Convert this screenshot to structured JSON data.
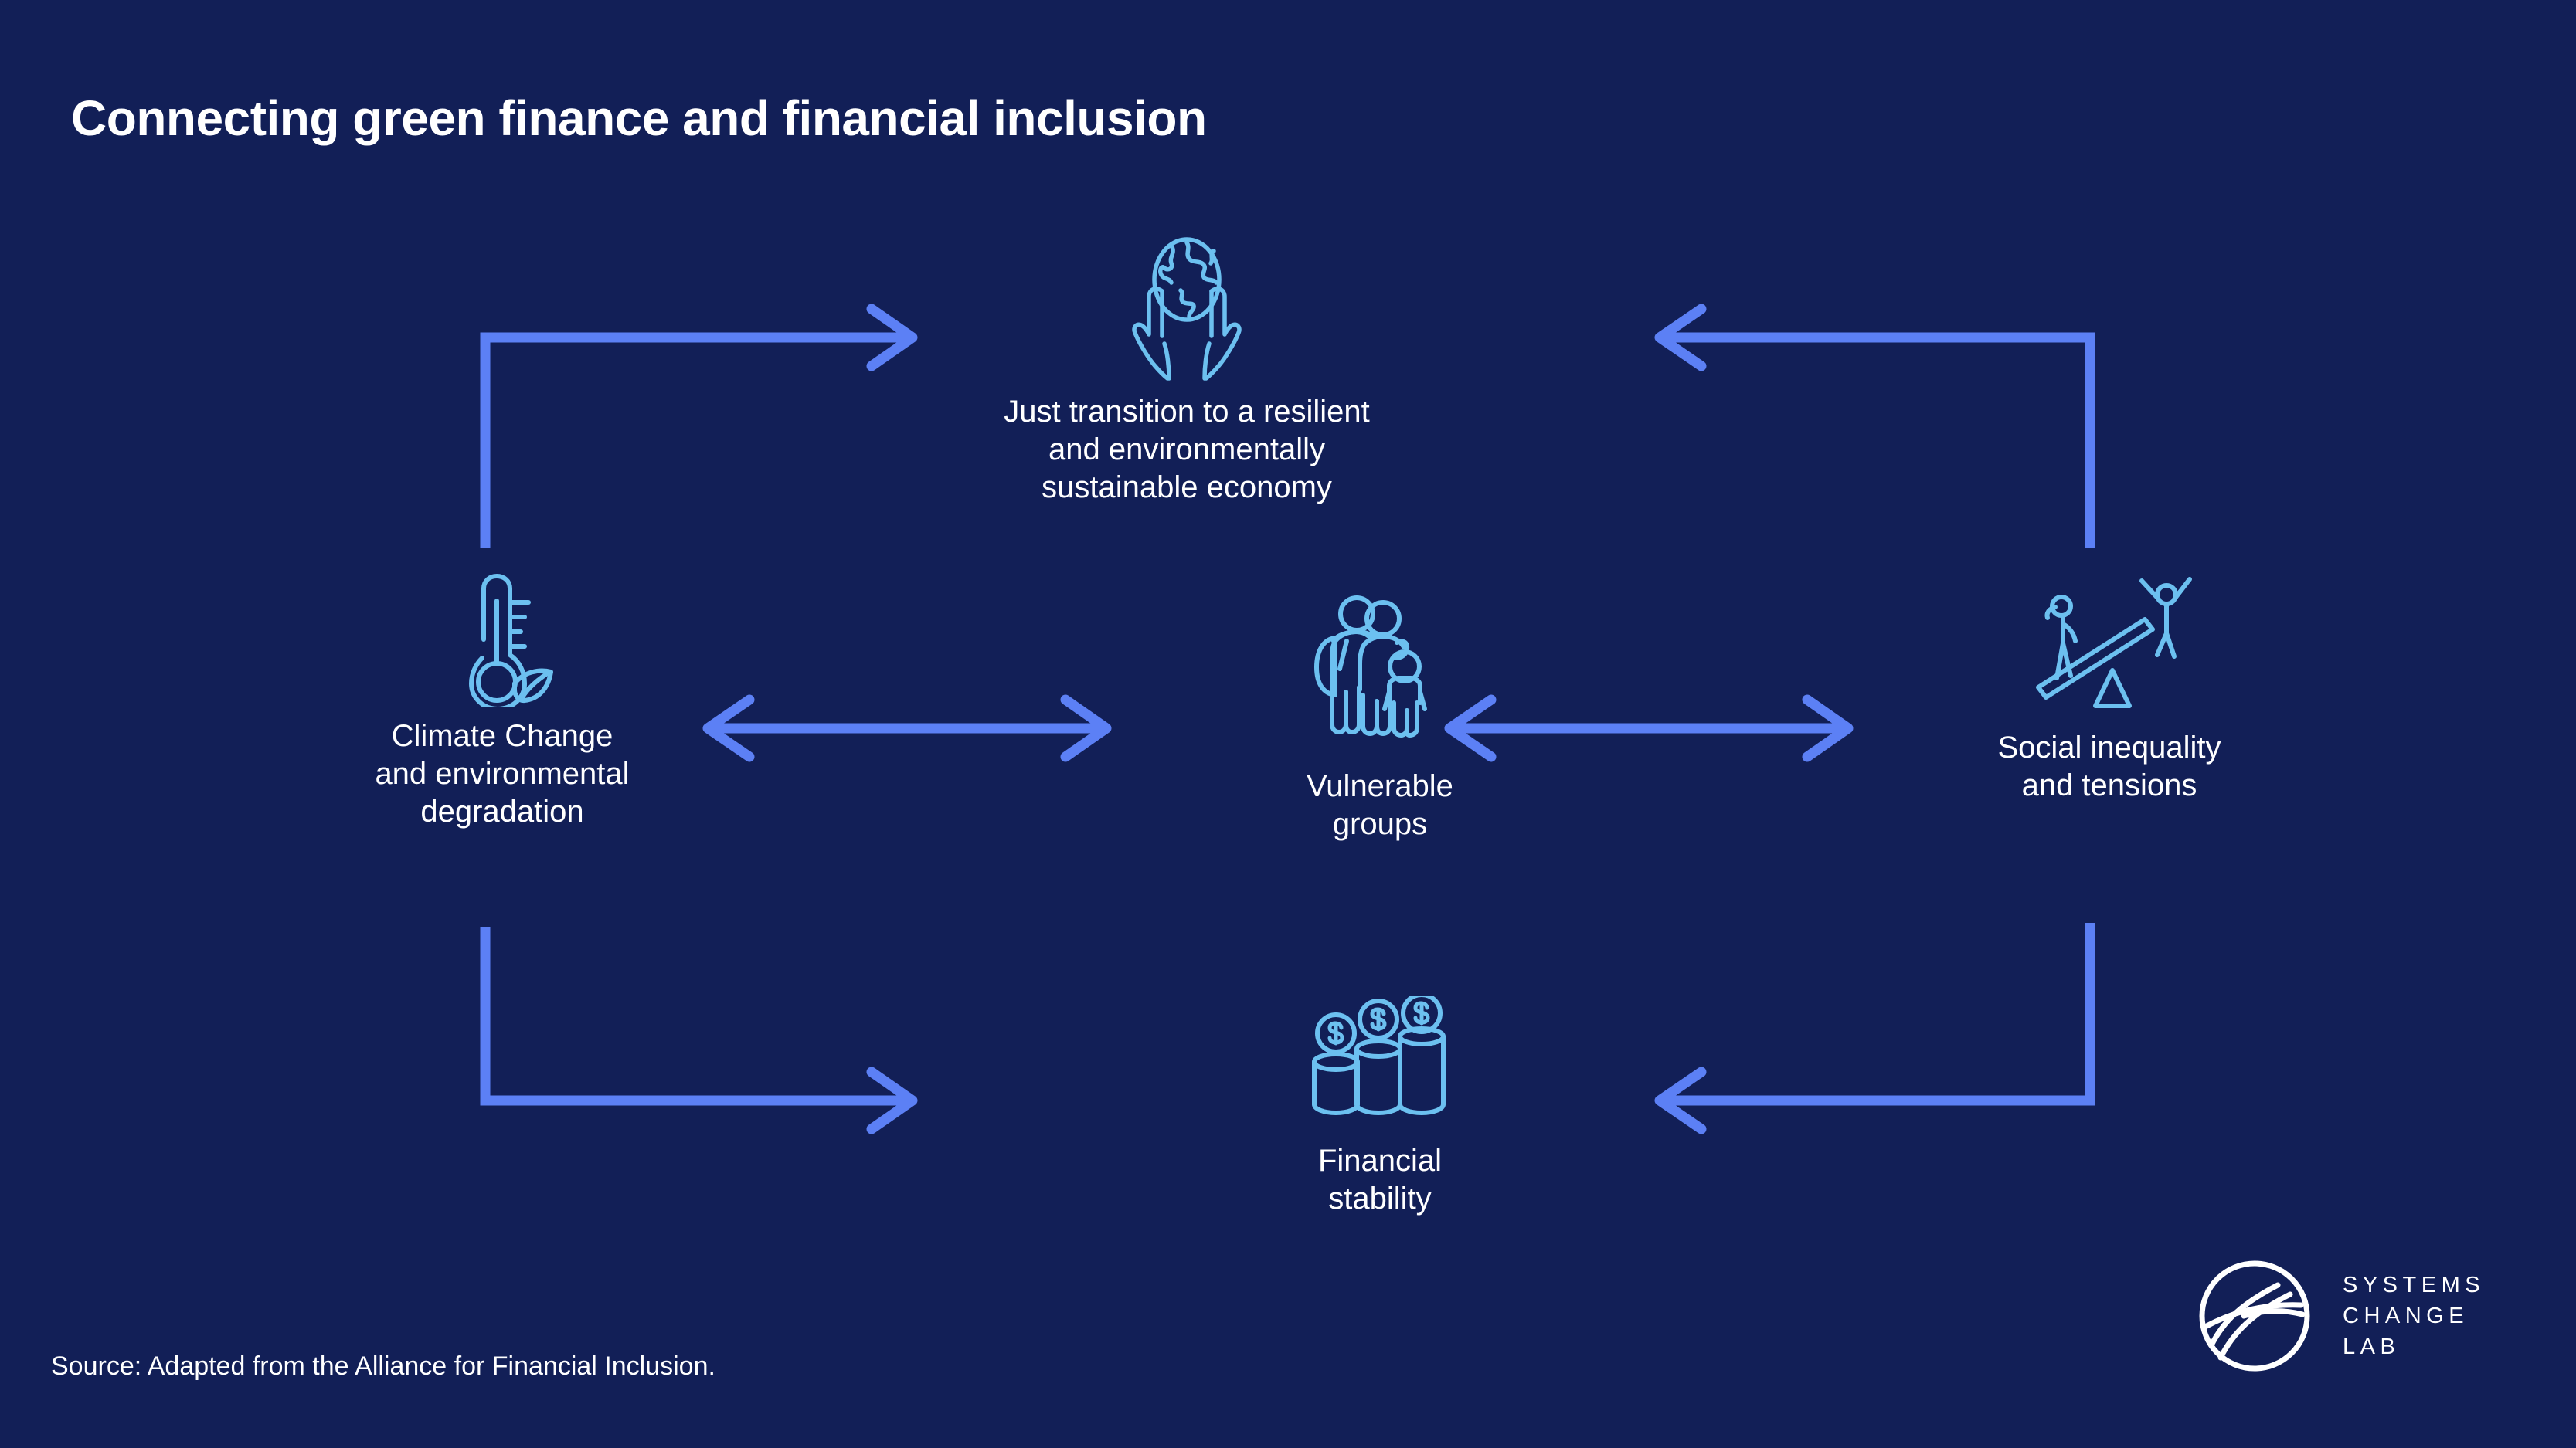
{
  "colors": {
    "background": "#121f57",
    "icon_accent": "#6cc0f0",
    "arrow": "#5c80f5",
    "text": "#ffffff"
  },
  "header": {
    "title": "Connecting green finance and financial inclusion"
  },
  "footer": {
    "source": "Source: Adapted from the Alliance for Financial Inclusion."
  },
  "logo": {
    "mark_name": "systems-change-lab-mark",
    "line1": "SYSTEMS",
    "line2": "CHANGE",
    "line3": "LAB"
  },
  "diagram": {
    "type": "cycle-diagram",
    "nodes": [
      {
        "id": "just-transition",
        "icon": "globe-in-hands-icon",
        "label": "Just transition to a resilient\nand environmentally\nsustainable economy",
        "position": "top-center"
      },
      {
        "id": "climate-change",
        "icon": "thermometer-leaf-icon",
        "label": "Climate Change\nand environmental\ndegradation",
        "position": "middle-left"
      },
      {
        "id": "vulnerable-groups",
        "icon": "family-group-icon",
        "label": "Vulnerable\ngroups",
        "position": "middle-center"
      },
      {
        "id": "social-inequality",
        "icon": "seesaw-inequality-icon",
        "label": "Social inequality\nand tensions",
        "position": "middle-right"
      },
      {
        "id": "financial-stability",
        "icon": "coin-stacks-icon",
        "label": "Financial\nstability",
        "position": "bottom-center"
      }
    ],
    "connectors": [
      {
        "id": "climate-to-just-transition",
        "from": "climate-change",
        "to": "just-transition",
        "style": "elbow-up-right",
        "heads": 1
      },
      {
        "id": "inequality-to-just-transition",
        "from": "social-inequality",
        "to": "just-transition",
        "style": "elbow-up-left",
        "heads": 1
      },
      {
        "id": "climate-vulnerable",
        "from": "climate-change",
        "to": "vulnerable-groups",
        "style": "straight-horizontal",
        "heads": 2
      },
      {
        "id": "vulnerable-inequality",
        "from": "vulnerable-groups",
        "to": "social-inequality",
        "style": "straight-horizontal",
        "heads": 2
      },
      {
        "id": "climate-to-financial",
        "from": "climate-change",
        "to": "financial-stability",
        "style": "elbow-down-right",
        "heads": 1
      },
      {
        "id": "inequality-to-financial",
        "from": "social-inequality",
        "to": "financial-stability",
        "style": "elbow-down-left",
        "heads": 1
      }
    ]
  }
}
